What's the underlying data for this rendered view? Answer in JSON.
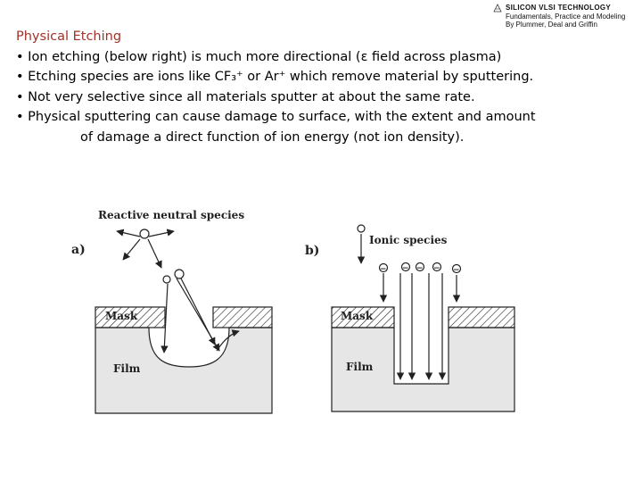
{
  "book": {
    "title": "SILICON VLSI TECHNOLOGY",
    "subtitle": "Fundamentals, Practice and Modeling",
    "authors": "By Plummer, Deal and Griffin"
  },
  "slide": {
    "title": "Physical Etching",
    "bullets": [
      "• Ion etching (below right) is much more directional (ε field across plasma)",
      "• Etching species are ions like CF₃⁺ or Ar⁺ which remove material by sputtering.",
      "• Not very selective since all materials sputter at about the same rate.",
      "• Physical sputtering can cause damage to surface, with the extent and amount"
    ],
    "bullet_continuation": "of damage a direct function of ion energy (not ion density)."
  },
  "diagram_a": {
    "label": "a)",
    "species_label": "Reactive neutral species",
    "mask_label": "Mask",
    "film_label": "Film"
  },
  "diagram_b": {
    "label": "b)",
    "species_label": "Ionic species",
    "mask_label": "Mask",
    "film_label": "Film",
    "ion_symbol": "−"
  },
  "colors": {
    "title": "#a33128",
    "film": "#e6e6e6",
    "mask_fill": "#ffffff",
    "ink": "#222222"
  }
}
